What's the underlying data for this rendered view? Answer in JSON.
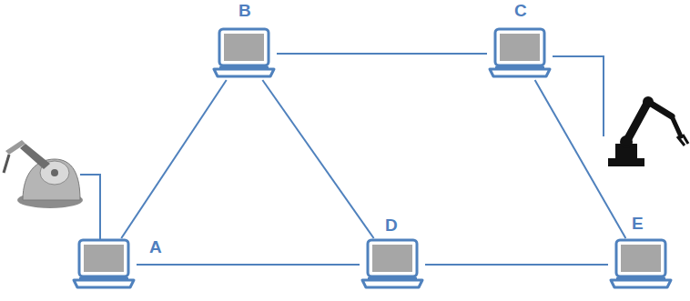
{
  "diagram": {
    "nodes": [
      {
        "text": [
          "B"
        ]
      },
      {
        "text": [
          "C"
        ]
      },
      {
        "text": [
          "A"
        ]
      },
      {
        "text": [
          "D"
        ]
      },
      {
        "text": [
          "E"
        ]
      }
    ],
    "edges": [
      {
        "from": 2,
        "to": 0,
        "arrow": "none"
      },
      {
        "from": 0,
        "to": 3,
        "arrow": "none"
      },
      {
        "from": 2,
        "to": 3,
        "arrow": "none"
      },
      {
        "from": 3,
        "to": 4,
        "arrow": "none"
      },
      {
        "from": 0,
        "to": 1,
        "arrow": "none"
      },
      {
        "from": 1,
        "to": 4,
        "arrow": "none"
      }
    ]
  }
}
